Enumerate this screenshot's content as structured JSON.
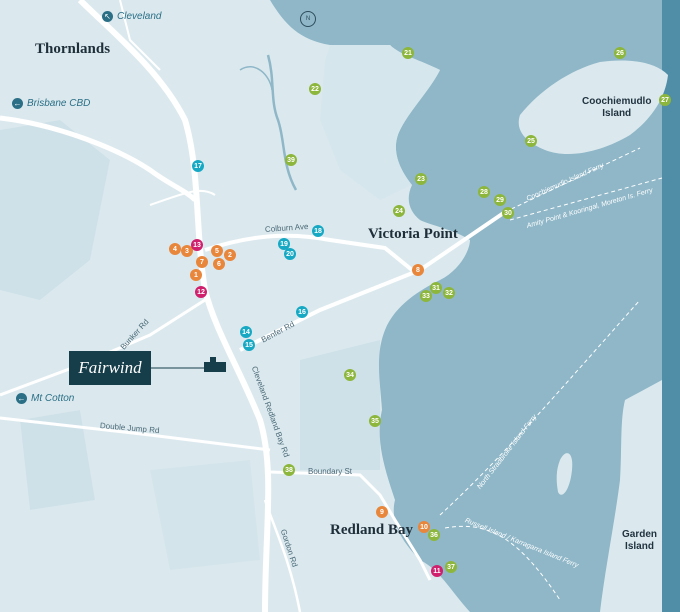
{
  "towns": [
    {
      "id": "thornlands",
      "name": "Thornlands"
    },
    {
      "id": "victoria-point",
      "name": "Victoria Point"
    },
    {
      "id": "redland-bay",
      "name": "Redland Bay"
    }
  ],
  "islands": [
    {
      "id": "coochiemudlo",
      "line1": "Coochiemudlo",
      "line2": "Island"
    },
    {
      "id": "garden",
      "line1": "Garden",
      "line2": "Island"
    }
  ],
  "directions": [
    {
      "id": "cleveland",
      "label": "Cleveland",
      "icon": "arrow-up-left-icon"
    },
    {
      "id": "brisbane",
      "label": "Brisbane CBD",
      "icon": "arrow-left-icon"
    },
    {
      "id": "mtcotton",
      "label": "Mt Cotton",
      "icon": "arrow-left-icon"
    }
  ],
  "roads": [
    {
      "id": "colburn",
      "label": "Colburn Ave"
    },
    {
      "id": "benfer",
      "label": "Benfer Rd"
    },
    {
      "id": "bunker",
      "label": "Bunker Rd"
    },
    {
      "id": "clevelandrb",
      "label": "Cleveland Redland Bay Rd"
    },
    {
      "id": "doublejump",
      "label": "Double Jump Rd"
    },
    {
      "id": "boundary",
      "label": "Boundary St"
    },
    {
      "id": "gordon",
      "label": "Gordon Rd"
    }
  ],
  "ferries": [
    {
      "id": "coochie",
      "label": "Coochiemudlo Island Ferry"
    },
    {
      "id": "amity",
      "label": "Amity Point & Kooringal, Moreton Is. Ferry"
    },
    {
      "id": "northstrad",
      "label": "North Stradbroke Island Ferry"
    },
    {
      "id": "russell",
      "label": "Russell Island / Karragarra Island Ferry"
    }
  ],
  "logo": {
    "text": "Fairwind"
  },
  "compass": {
    "label": "N",
    "icon": "north-arrow-icon"
  },
  "colors": {
    "water": "#8fb7c8",
    "deep_water": "#5f99b0",
    "land": "#dbe9ee",
    "land_dark": "#c9dee5",
    "road": "#ffffff",
    "shopping": "#e8863c",
    "education": "#17a9c4",
    "health": "#d01f6c",
    "parks": "#8db63c"
  },
  "markers": [
    {
      "n": "1",
      "cat": "shop"
    },
    {
      "n": "2",
      "cat": "shop"
    },
    {
      "n": "3",
      "cat": "shop"
    },
    {
      "n": "4",
      "cat": "shop"
    },
    {
      "n": "5",
      "cat": "shop"
    },
    {
      "n": "6",
      "cat": "shop"
    },
    {
      "n": "7",
      "cat": "shop"
    },
    {
      "n": "8",
      "cat": "shop"
    },
    {
      "n": "9",
      "cat": "shop"
    },
    {
      "n": "10",
      "cat": "shop"
    },
    {
      "n": "11",
      "cat": "health"
    },
    {
      "n": "12",
      "cat": "health"
    },
    {
      "n": "13",
      "cat": "health"
    },
    {
      "n": "14",
      "cat": "edu"
    },
    {
      "n": "15",
      "cat": "edu"
    },
    {
      "n": "16",
      "cat": "edu"
    },
    {
      "n": "17",
      "cat": "edu"
    },
    {
      "n": "18",
      "cat": "edu"
    },
    {
      "n": "19",
      "cat": "edu"
    },
    {
      "n": "20",
      "cat": "edu"
    },
    {
      "n": "21",
      "cat": "park"
    },
    {
      "n": "22",
      "cat": "park"
    },
    {
      "n": "23",
      "cat": "park"
    },
    {
      "n": "24",
      "cat": "park"
    },
    {
      "n": "25",
      "cat": "park"
    },
    {
      "n": "26",
      "cat": "park"
    },
    {
      "n": "27",
      "cat": "park"
    },
    {
      "n": "28",
      "cat": "park"
    },
    {
      "n": "29",
      "cat": "park"
    },
    {
      "n": "30",
      "cat": "park"
    },
    {
      "n": "31",
      "cat": "park"
    },
    {
      "n": "32",
      "cat": "park"
    },
    {
      "n": "33",
      "cat": "park"
    },
    {
      "n": "34",
      "cat": "park"
    },
    {
      "n": "35",
      "cat": "park"
    },
    {
      "n": "36",
      "cat": "park"
    },
    {
      "n": "37",
      "cat": "park"
    },
    {
      "n": "38",
      "cat": "park"
    },
    {
      "n": "39",
      "cat": "park"
    }
  ]
}
